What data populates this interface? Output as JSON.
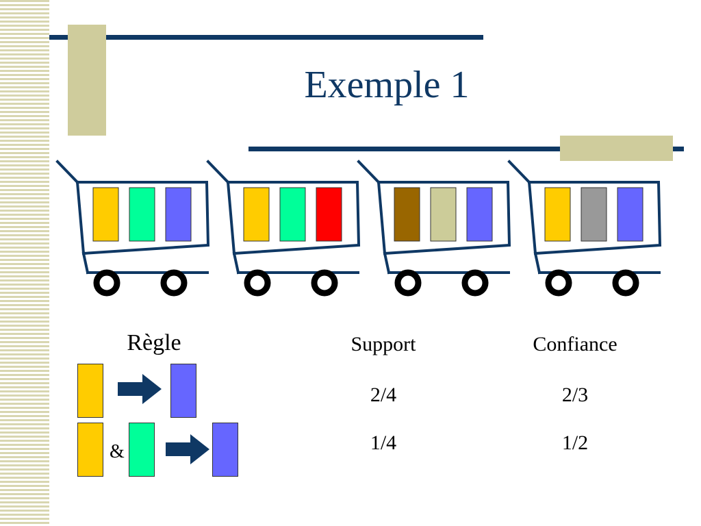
{
  "slide": {
    "title": "Exemple 1"
  },
  "colors": {
    "navy": "#0f3864",
    "khaki": "#cfcc9c",
    "yellow": "#ffcc00",
    "green": "#00ff99",
    "blue": "#6666ff",
    "red": "#ff0000",
    "brown": "#996600",
    "beige": "#cccc99",
    "gray": "#999999"
  },
  "carts": [
    {
      "items": [
        "yellow",
        "green",
        "blue"
      ]
    },
    {
      "items": [
        "yellow",
        "green",
        "red"
      ]
    },
    {
      "items": [
        "brown",
        "beige",
        "blue"
      ]
    },
    {
      "items": [
        "yellow",
        "gray",
        "blue"
      ]
    }
  ],
  "table": {
    "headers": {
      "rule": "Règle",
      "support": "Support",
      "confidence": "Confiance"
    },
    "rows": [
      {
        "antecedent": [
          "yellow"
        ],
        "consequent": "blue",
        "support": "2/4",
        "confidence": "2/3"
      },
      {
        "antecedent": [
          "yellow",
          "green"
        ],
        "connector": "&",
        "consequent": "blue",
        "support": "1/4",
        "confidence": "1/2"
      }
    ]
  }
}
